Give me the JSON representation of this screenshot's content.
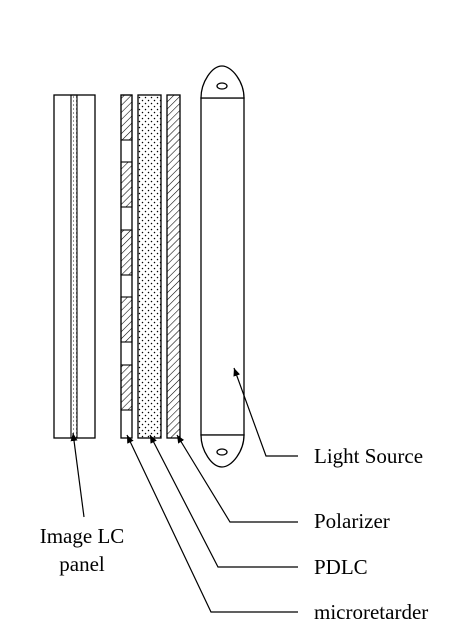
{
  "top_caption": "",
  "labels": {
    "image_lc_line1": "Image LC",
    "image_lc_line2": "panel",
    "light_source": "Light Source",
    "polarizer": "Polarizer",
    "pdlc": "PDLC",
    "microretarder": "microretarder"
  }
}
